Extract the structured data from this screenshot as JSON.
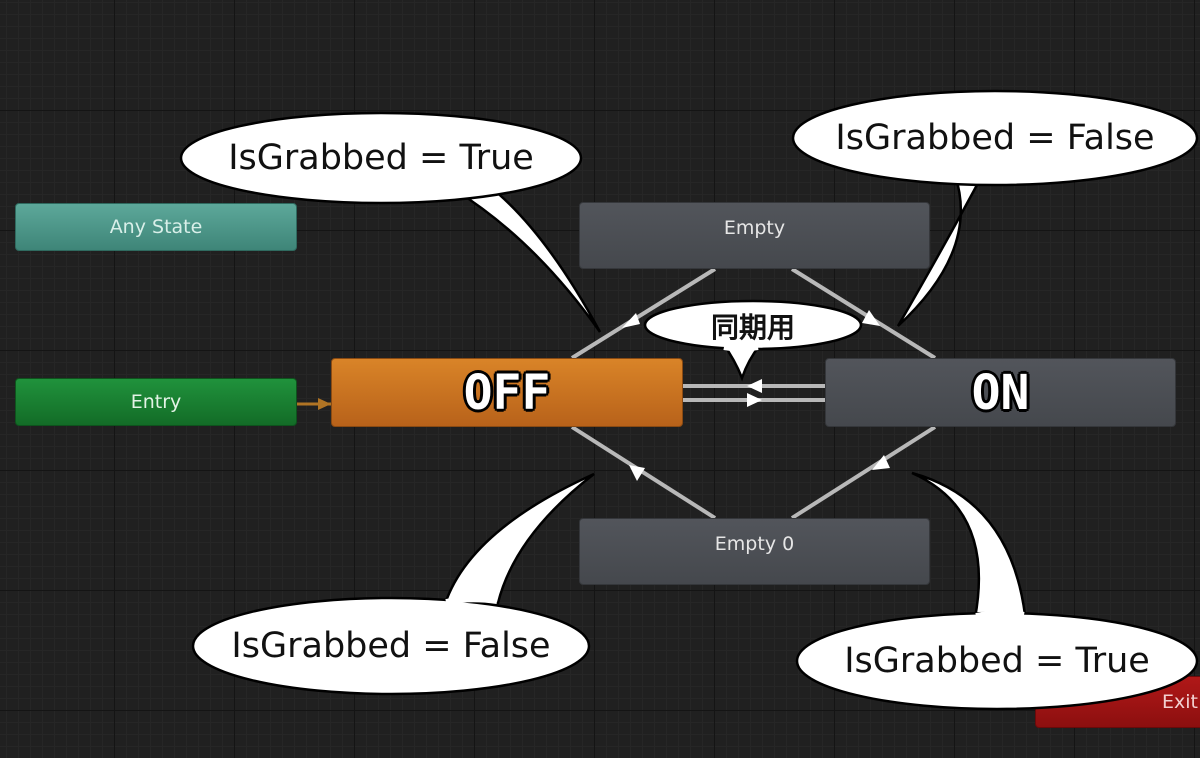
{
  "nodes": {
    "any_state": "Any State",
    "entry": "Entry",
    "off": "OFF",
    "on": "ON",
    "empty": "Empty",
    "empty0": "Empty 0",
    "exit": "Exit"
  },
  "callouts": {
    "off_to_empty": "IsGrabbed = True",
    "empty_to_on": "IsGrabbed = False",
    "empty0_to_off": "IsGrabbed = False",
    "on_to_empty0": "IsGrabbed = True",
    "sync": "同期用"
  },
  "colors": {
    "grid_bg": "#202020",
    "any_state": "#4a9688",
    "entry": "#188030",
    "off_default_state": "#c8721f",
    "state": "#4b4e53",
    "exit": "#a01414",
    "transition": "#b8b8b8",
    "callout_fill": "#ffffff"
  }
}
